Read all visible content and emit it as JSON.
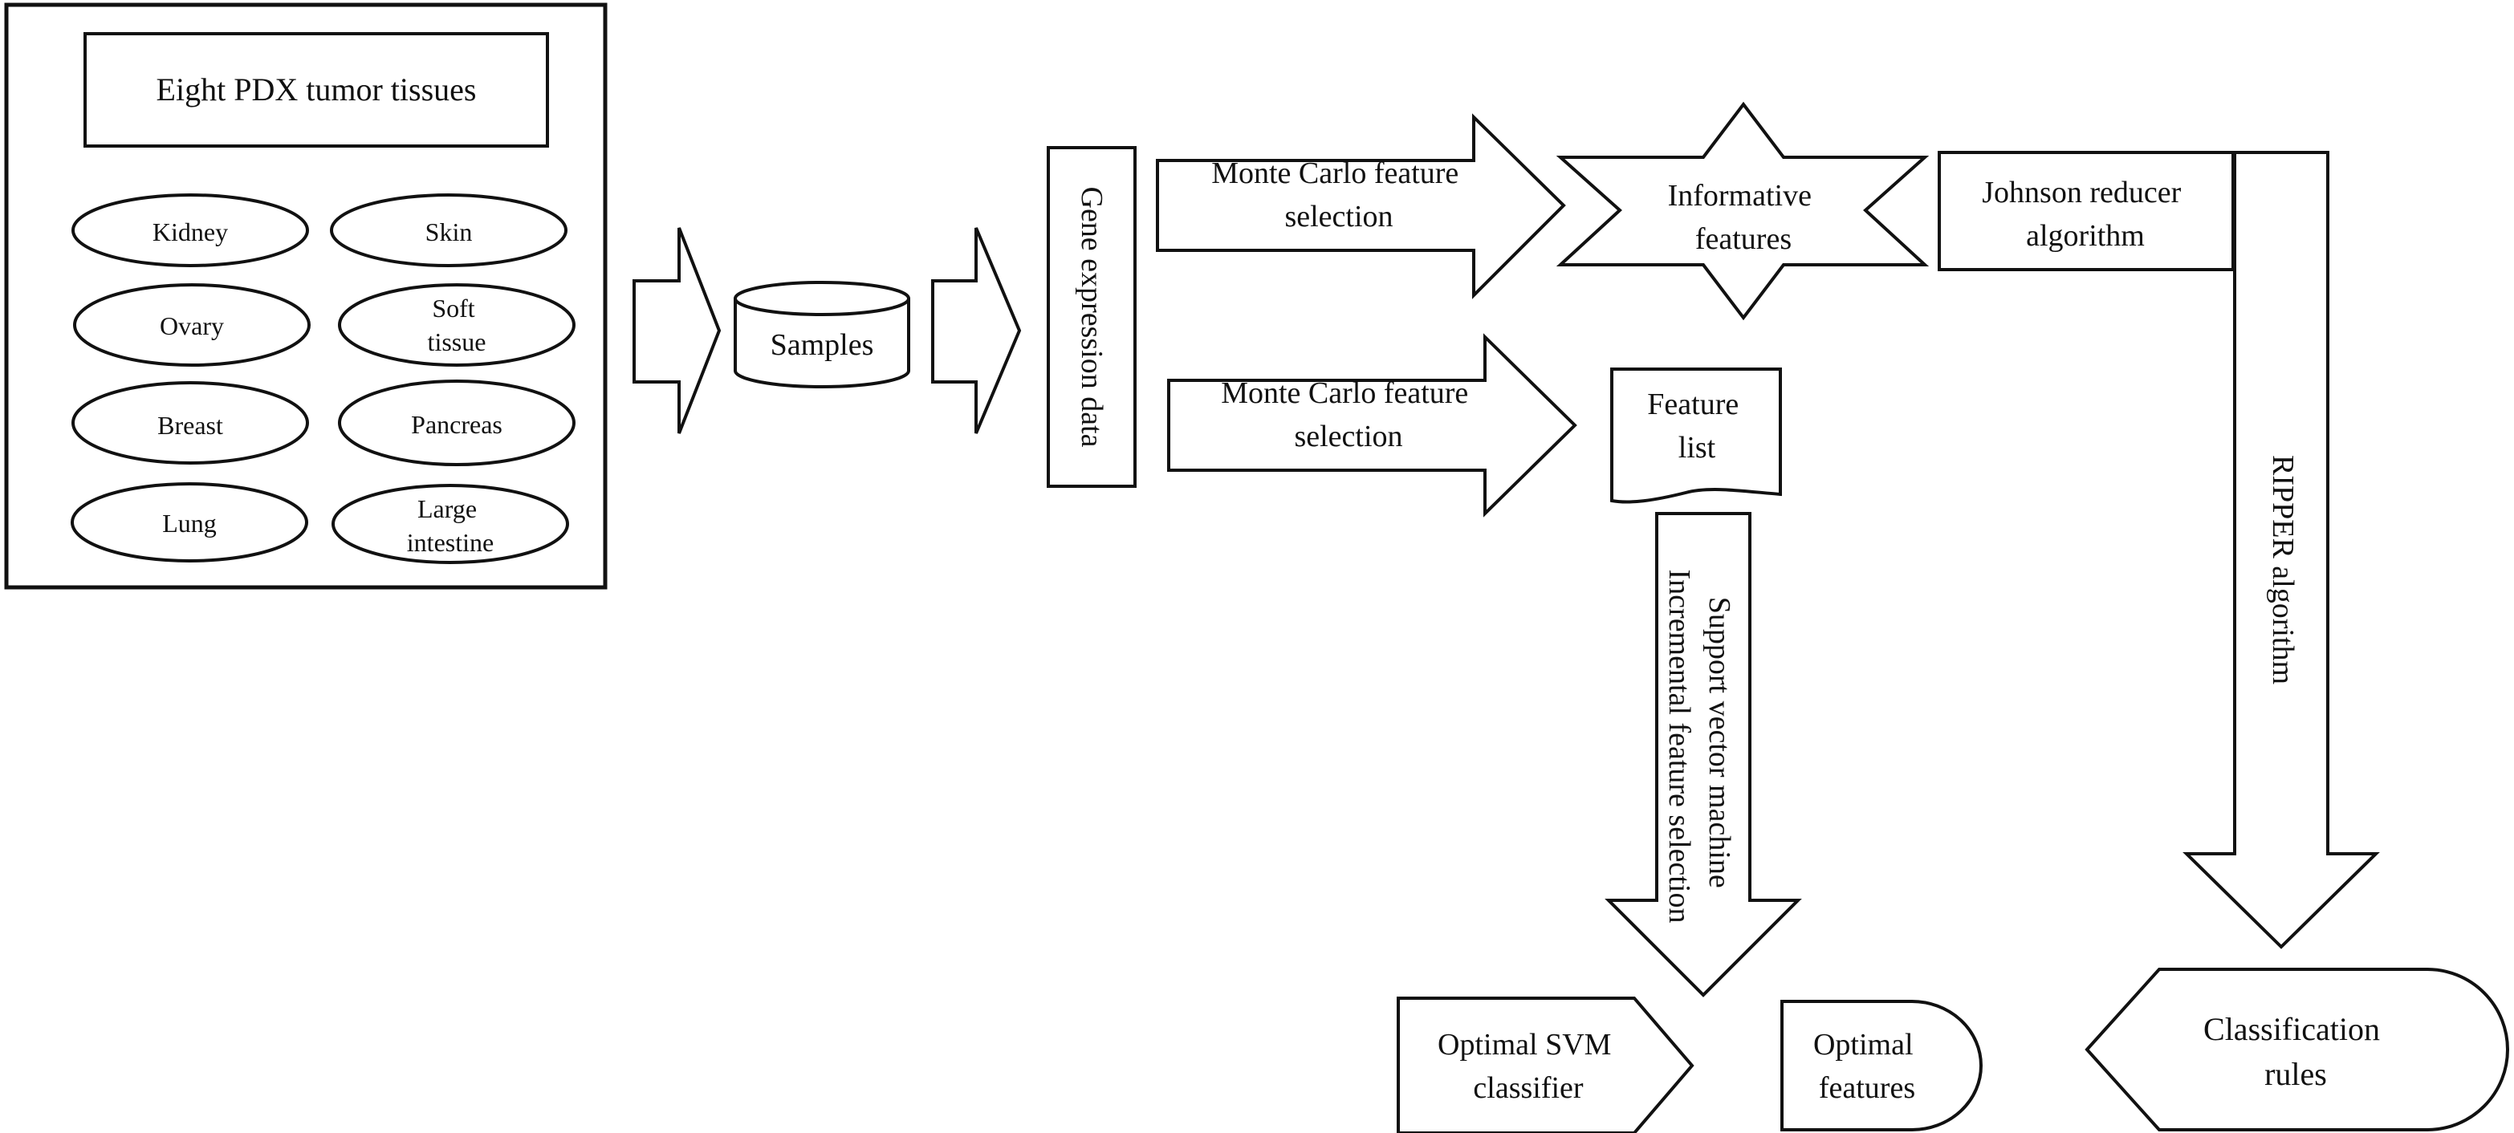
{
  "diagram": {
    "panel": {
      "title": "Eight PDX tumor tissues",
      "tissues": [
        "Kidney",
        "Skin",
        "Ovary",
        "Soft tissue",
        "Breast",
        "Pancreas",
        "Lung",
        "Large intestine"
      ]
    },
    "samples": "Samples",
    "gene_expression": "Gene expression data",
    "mc_upper": "Monte Carlo feature selection",
    "mc_lower": "Monte Carlo feature selection",
    "informative_features": "Informative features",
    "johnson": "Johnson reducer algorithm",
    "feature_list": "Feature list",
    "svm_arrow": [
      "Support vector machine",
      "Incremental feature selection"
    ],
    "ripper": "RIPPER algorithm",
    "optimal_svm": "Optimal SVM classifier",
    "optimal_features": "Optimal features",
    "classification_rules": "Classification rules"
  }
}
